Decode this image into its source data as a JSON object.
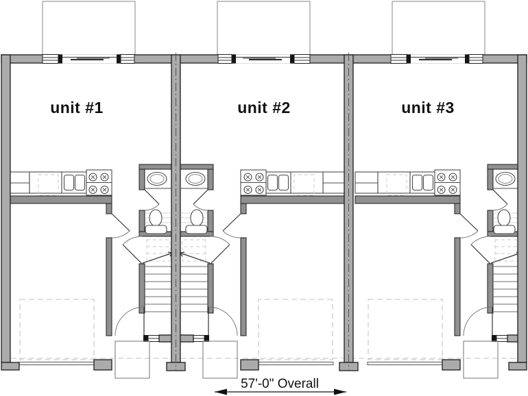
{
  "units": [
    {
      "label": "unit #1"
    },
    {
      "label": "unit #2"
    },
    {
      "label": "unit #3"
    }
  ],
  "annotation": {
    "overall_dimension": "57'-0\" Overall"
  },
  "colors": {
    "exterior_wall_fill": "#ababab",
    "interior_wall_fill": "#909090",
    "wall_stroke": "#1c1c1c",
    "fixture_stroke": "#4a4a4a",
    "dash_line": "#c2c2c2",
    "door_arc": "#777777",
    "text_color": "#111111"
  }
}
